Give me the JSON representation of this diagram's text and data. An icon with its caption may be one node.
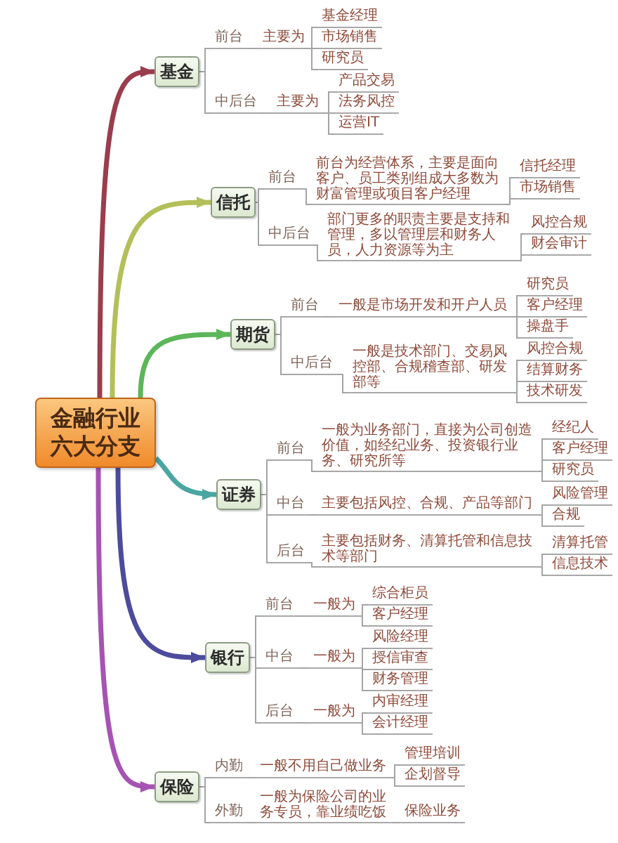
{
  "diagram": {
    "nodes": [
      {
        "text": [
          "金融行业六大分支"
        ]
      },
      {
        "text": [
          "基金"
        ]
      },
      {
        "text": [
          "前台"
        ]
      },
      {
        "text": [
          "主要为"
        ]
      },
      {
        "text": [
          "基金经理"
        ]
      },
      {
        "text": [
          "市场销售"
        ]
      },
      {
        "text": [
          "研究员"
        ]
      },
      {
        "text": [
          "中后台"
        ]
      },
      {
        "text": [
          "主要为"
        ]
      },
      {
        "text": [
          "产品交易"
        ]
      },
      {
        "text": [
          "法务风控"
        ]
      },
      {
        "text": [
          "运营IT"
        ]
      },
      {
        "text": [
          "信托"
        ]
      },
      {
        "text": [
          "前台"
        ]
      },
      {
        "text": [
          "前台为经营体系，主要是面向客户、员工类别组成大多数为财富管理或项目客户经理"
        ]
      },
      {
        "text": [
          "信托经理"
        ]
      },
      {
        "text": [
          "市场销售"
        ]
      },
      {
        "text": [
          "中后台"
        ]
      },
      {
        "text": [
          "部门更多的职责主要是支持和管理，多以管理层和财务人员，人力资源等为主"
        ]
      },
      {
        "text": [
          "风控合规"
        ]
      },
      {
        "text": [
          "财会审计"
        ]
      },
      {
        "text": [
          "期货"
        ]
      },
      {
        "text": [
          "前台"
        ]
      },
      {
        "text": [
          "一般是市场开发和开户人员"
        ]
      },
      {
        "text": [
          "研究员"
        ]
      },
      {
        "text": [
          "客户经理"
        ]
      },
      {
        "text": [
          "操盘手"
        ]
      },
      {
        "text": [
          "中后台"
        ]
      },
      {
        "text": [
          "一般是技术部门、交易风控部、合规稽查部、研发部等"
        ]
      },
      {
        "text": [
          "风控合规"
        ]
      },
      {
        "text": [
          "结算财务"
        ]
      },
      {
        "text": [
          "技术研发"
        ]
      },
      {
        "text": [
          "证券"
        ]
      },
      {
        "text": [
          "前台"
        ]
      },
      {
        "text": [
          "一般为业务部门，直接为公司创造价值，如经纪业务、投资银行业务、研究所等"
        ]
      },
      {
        "text": [
          "经纪人"
        ]
      },
      {
        "text": [
          "客户经理"
        ]
      },
      {
        "text": [
          "研究员"
        ]
      },
      {
        "text": [
          "中台"
        ]
      },
      {
        "text": [
          "主要包括风控、合规、产品等部门"
        ]
      },
      {
        "text": [
          "风险管理"
        ]
      },
      {
        "text": [
          "合规"
        ]
      },
      {
        "text": [
          "后台"
        ]
      },
      {
        "text": [
          "主要包括财务、清算托管和信息技术等部门"
        ]
      },
      {
        "text": [
          "清算托管"
        ]
      },
      {
        "text": [
          "信息技术"
        ]
      },
      {
        "text": [
          "银行"
        ]
      },
      {
        "text": [
          "前台"
        ]
      },
      {
        "text": [
          "一般为"
        ]
      },
      {
        "text": [
          "综合柜员"
        ]
      },
      {
        "text": [
          "客户经理"
        ]
      },
      {
        "text": [
          "中台"
        ]
      },
      {
        "text": [
          "一般为"
        ]
      },
      {
        "text": [
          "风险经理"
        ]
      },
      {
        "text": [
          "授信审查"
        ]
      },
      {
        "text": [
          "财务管理"
        ]
      },
      {
        "text": [
          "后台"
        ]
      },
      {
        "text": [
          "一般为"
        ]
      },
      {
        "text": [
          "内审经理"
        ]
      },
      {
        "text": [
          "会计经理"
        ]
      },
      {
        "text": [
          "保险"
        ]
      },
      {
        "text": [
          "内勤"
        ]
      },
      {
        "text": [
          "一般不用自己做业务"
        ]
      },
      {
        "text": [
          "管理培训"
        ]
      },
      {
        "text": [
          "企划督导"
        ]
      },
      {
        "text": [
          "外勤"
        ]
      },
      {
        "text": [
          "一般为保险公司的业务专员，靠业绩吃饭"
        ]
      },
      {
        "text": [
          "保险业务"
        ]
      }
    ],
    "edges": [
      {
        "from": 0,
        "to": 1,
        "arrow": "to",
        "style": "thick",
        "color": "#9b3d4d"
      },
      {
        "from": 1,
        "to": 2,
        "arrow": "none"
      },
      {
        "from": 2,
        "to": 3,
        "arrow": "none"
      },
      {
        "from": 3,
        "to": 4,
        "arrow": "none"
      },
      {
        "from": 3,
        "to": 5,
        "arrow": "none"
      },
      {
        "from": 3,
        "to": 6,
        "arrow": "none"
      },
      {
        "from": 1,
        "to": 7,
        "arrow": "none"
      },
      {
        "from": 7,
        "to": 8,
        "arrow": "none"
      },
      {
        "from": 8,
        "to": 9,
        "arrow": "none"
      },
      {
        "from": 8,
        "to": 10,
        "arrow": "none"
      },
      {
        "from": 8,
        "to": 11,
        "arrow": "none"
      },
      {
        "from": 0,
        "to": 12,
        "arrow": "to",
        "style": "thick",
        "color": "#b3c05a"
      },
      {
        "from": 12,
        "to": 13,
        "arrow": "none"
      },
      {
        "from": 13,
        "to": 14,
        "arrow": "none"
      },
      {
        "from": 14,
        "to": 15,
        "arrow": "none"
      },
      {
        "from": 14,
        "to": 16,
        "arrow": "none"
      },
      {
        "from": 12,
        "to": 17,
        "arrow": "none"
      },
      {
        "from": 17,
        "to": 18,
        "arrow": "none"
      },
      {
        "from": 18,
        "to": 19,
        "arrow": "none"
      },
      {
        "from": 18,
        "to": 20,
        "arrow": "none"
      },
      {
        "from": 0,
        "to": 21,
        "arrow": "to",
        "style": "thick",
        "color": "#5cb65a"
      },
      {
        "from": 21,
        "to": 22,
        "arrow": "none"
      },
      {
        "from": 22,
        "to": 23,
        "arrow": "none"
      },
      {
        "from": 23,
        "to": 24,
        "arrow": "none"
      },
      {
        "from": 23,
        "to": 25,
        "arrow": "none"
      },
      {
        "from": 23,
        "to": 26,
        "arrow": "none"
      },
      {
        "from": 21,
        "to": 27,
        "arrow": "none"
      },
      {
        "from": 27,
        "to": 28,
        "arrow": "none"
      },
      {
        "from": 28,
        "to": 29,
        "arrow": "none"
      },
      {
        "from": 28,
        "to": 30,
        "arrow": "none"
      },
      {
        "from": 28,
        "to": 31,
        "arrow": "none"
      },
      {
        "from": 0,
        "to": 32,
        "arrow": "to",
        "style": "thick",
        "color": "#4ba6a2"
      },
      {
        "from": 32,
        "to": 33,
        "arrow": "none"
      },
      {
        "from": 33,
        "to": 34,
        "arrow": "none"
      },
      {
        "from": 34,
        "to": 35,
        "arrow": "none"
      },
      {
        "from": 34,
        "to": 36,
        "arrow": "none"
      },
      {
        "from": 34,
        "to": 37,
        "arrow": "none"
      },
      {
        "from": 32,
        "to": 38,
        "arrow": "none"
      },
      {
        "from": 38,
        "to": 39,
        "arrow": "none"
      },
      {
        "from": 39,
        "to": 40,
        "arrow": "none"
      },
      {
        "from": 39,
        "to": 41,
        "arrow": "none"
      },
      {
        "from": 32,
        "to": 42,
        "arrow": "none"
      },
      {
        "from": 42,
        "to": 43,
        "arrow": "none"
      },
      {
        "from": 43,
        "to": 44,
        "arrow": "none"
      },
      {
        "from": 43,
        "to": 45,
        "arrow": "none"
      },
      {
        "from": 0,
        "to": 46,
        "arrow": "to",
        "style": "thick",
        "color": "#4c4b9c"
      },
      {
        "from": 46,
        "to": 47,
        "arrow": "none"
      },
      {
        "from": 47,
        "to": 48,
        "arrow": "none"
      },
      {
        "from": 48,
        "to": 49,
        "arrow": "none"
      },
      {
        "from": 48,
        "to": 50,
        "arrow": "none"
      },
      {
        "from": 46,
        "to": 51,
        "arrow": "none"
      },
      {
        "from": 51,
        "to": 52,
        "arrow": "none"
      },
      {
        "from": 52,
        "to": 53,
        "arrow": "none"
      },
      {
        "from": 52,
        "to": 54,
        "arrow": "none"
      },
      {
        "from": 52,
        "to": 55,
        "arrow": "none"
      },
      {
        "from": 46,
        "to": 56,
        "arrow": "none"
      },
      {
        "from": 56,
        "to": 57,
        "arrow": "none"
      },
      {
        "from": 57,
        "to": 58,
        "arrow": "none"
      },
      {
        "from": 57,
        "to": 59,
        "arrow": "none"
      },
      {
        "from": 0,
        "to": 60,
        "arrow": "to",
        "style": "thick",
        "color": "#a653b3"
      },
      {
        "from": 60,
        "to": 61,
        "arrow": "none"
      },
      {
        "from": 61,
        "to": 62,
        "arrow": "none"
      },
      {
        "from": 62,
        "to": 63,
        "arrow": "none"
      },
      {
        "from": 62,
        "to": 64,
        "arrow": "none"
      },
      {
        "from": 60,
        "to": 65,
        "arrow": "none"
      },
      {
        "from": 65,
        "to": 66,
        "arrow": "none"
      },
      {
        "from": 66,
        "to": 67,
        "arrow": "none"
      }
    ]
  }
}
